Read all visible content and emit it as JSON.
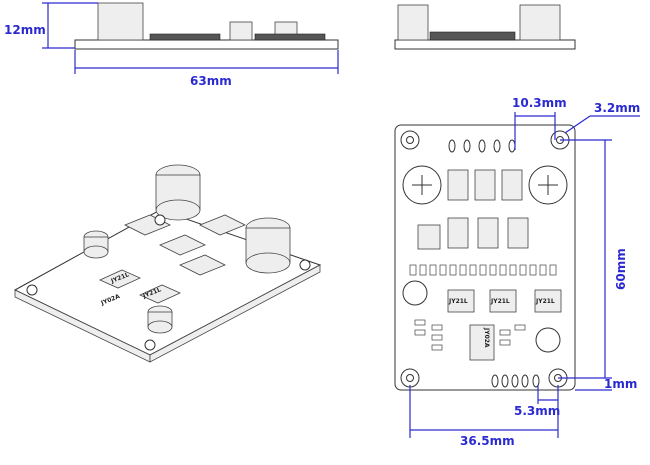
{
  "dimensions": {
    "height": "12mm",
    "length": "63mm",
    "pin_pitch_span": "10.3mm",
    "hole_diameter": "3.2mm",
    "hole_spacing_vertical": "60mm",
    "edge_offset": "1mm",
    "pin_to_hole": "5.3mm",
    "hole_spacing_horizontal": "36.5mm"
  },
  "chip_labels": {
    "driver": "JY21L",
    "controller": "JY02A"
  },
  "colors": {
    "dimension": "#2a2ad0",
    "outline": "#333333"
  }
}
